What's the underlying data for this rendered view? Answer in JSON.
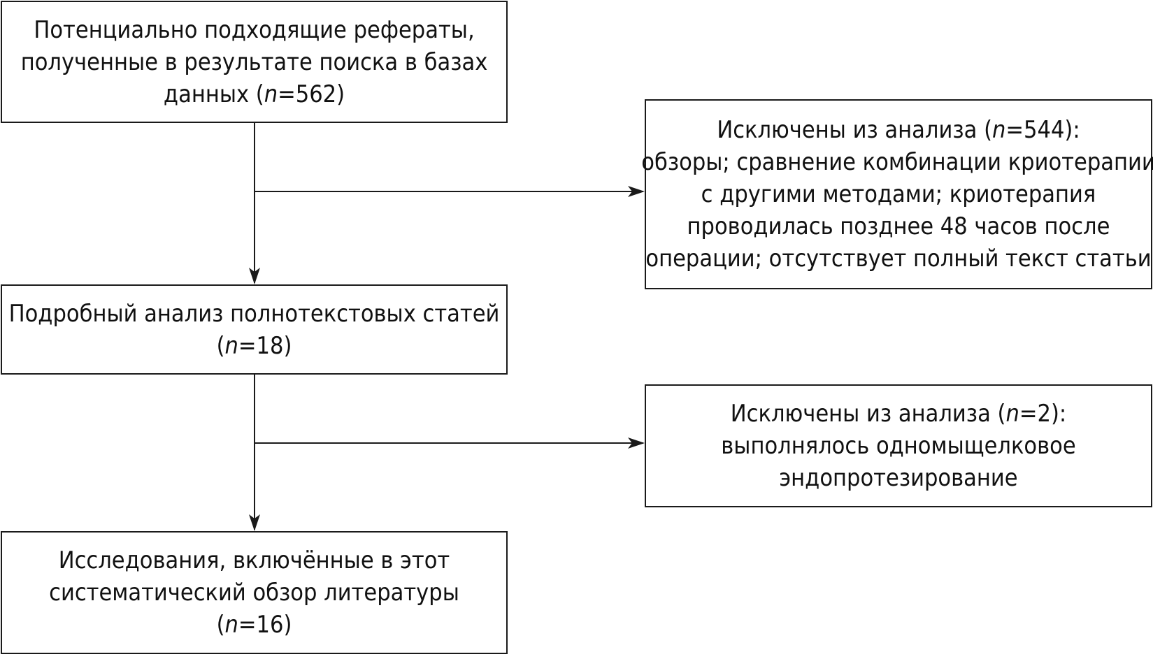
{
  "flowchart": {
    "search_box": {
      "line1": "Потенциально подходящие рефераты,",
      "line2": "полученные в результате поиска в базах",
      "line3_pre": "данных (",
      "n_symbol": "n",
      "line3_post": "=562)"
    },
    "exclusion_1": {
      "line1_pre": "Исключены из анализа (",
      "n_symbol": "n",
      "line1_post": "=544):",
      "line2": "обзоры; сравнение комбинации криотерапии",
      "line3": "с другими методами; криотерапия",
      "line4": "проводилась позднее 48 часов после",
      "line5": "операции; отсутствует полный текст статьи"
    },
    "fulltext_box": {
      "line1": "Подробный анализ полнотекстовых статей",
      "line2_pre": "(",
      "n_symbol": "n",
      "line2_post": "=18)"
    },
    "exclusion_2": {
      "line1_pre": "Исключены из анализа (",
      "n_symbol": "n",
      "line1_post": "=2):",
      "line2": "выполнялось одномыщелковое",
      "line3": "эндопротезирование"
    },
    "included_box": {
      "line1": "Исследования, включённые в этот",
      "line2": "систематический обзор литературы",
      "line3_pre": "(",
      "n_symbol": "n",
      "line3_post": "=16)"
    }
  },
  "colors": {
    "stroke": "#1a1a1a",
    "text": "#111111",
    "background": "#ffffff"
  }
}
